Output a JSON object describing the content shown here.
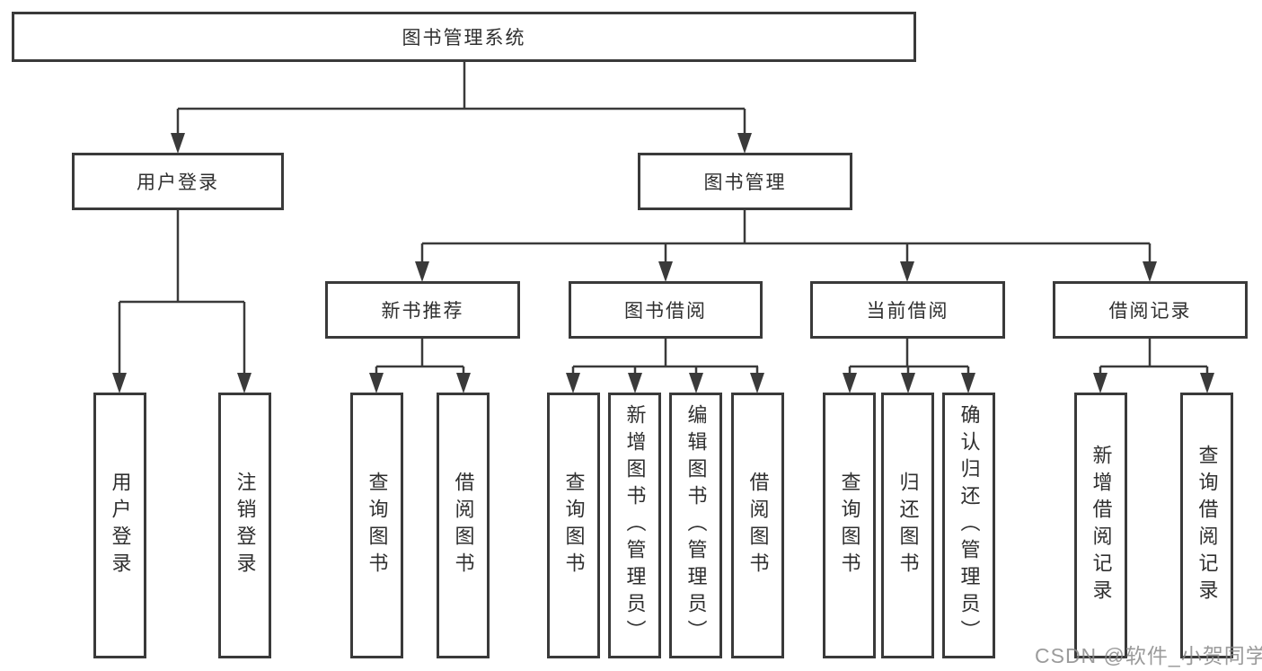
{
  "diagram": {
    "root": "图书管理系统",
    "branches": {
      "user_login": "用户登录",
      "book_management": "图书管理"
    },
    "modules": {
      "new_book_recommend": "新书推荐",
      "book_borrow": "图书借阅",
      "current_borrow": "当前借阅",
      "borrow_records": "借阅记录"
    },
    "functions": {
      "user_login": "用户登录",
      "logout": "注销登录",
      "query_books_recommend": "查询图书",
      "borrow_books_recommend": "借阅图书",
      "query_books_borrow": "查询图书",
      "add_books_admin": "新增图书（管理员）",
      "edit_books_admin": "编辑图书（管理员）",
      "borrow_books": "借阅图书",
      "query_books_current": "查询图书",
      "return_books": "归还图书",
      "confirm_return_admin": "确认归还（管理员）",
      "add_borrow_record": "新增借阅记录",
      "query_borrow_record": "查询借阅记录"
    },
    "watermark": "CSDN @软件_小贺同学",
    "line_color": "#3a3a3a"
  }
}
